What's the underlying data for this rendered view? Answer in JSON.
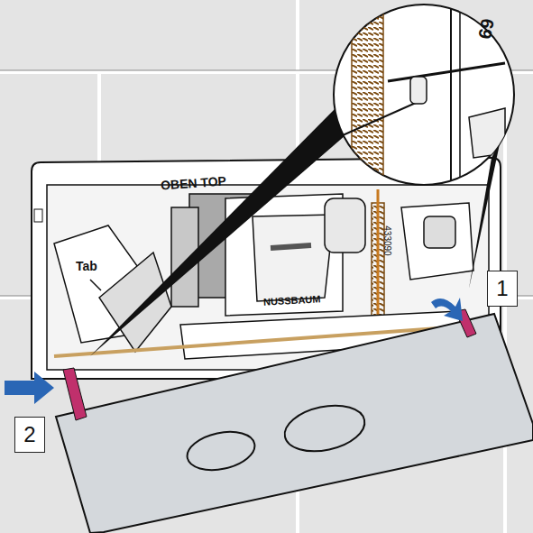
{
  "diagram": {
    "nodes": [
      {
        "text": [
          "1"
        ]
      },
      {
        "text": [
          "2"
        ]
      }
    ],
    "labels": [
      "69",
      "OBEN TOP",
      "Tab",
      "NUSSBAUM",
      "433090"
    ]
  }
}
